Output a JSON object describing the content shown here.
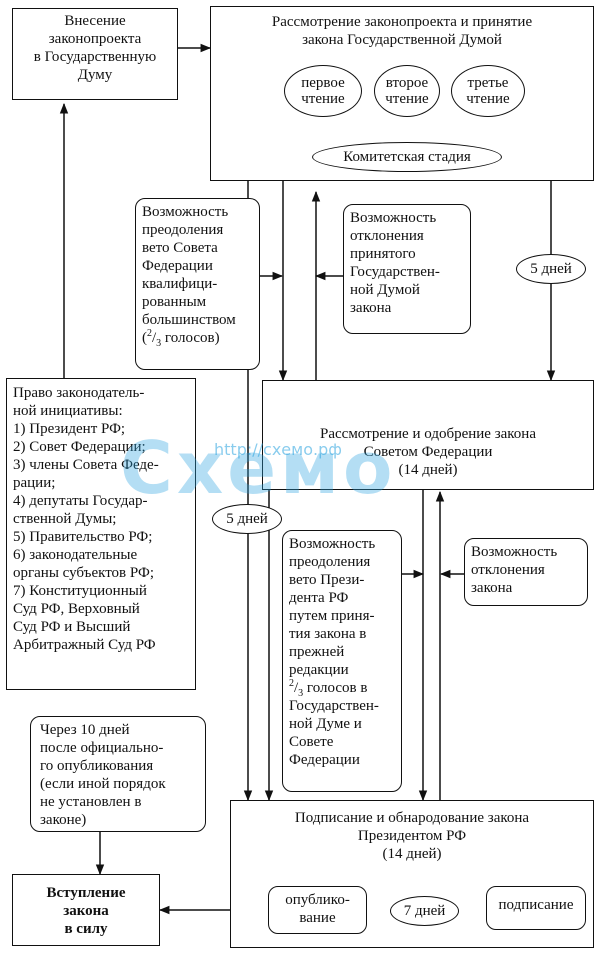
{
  "nodes": {
    "submission": "Внесение\nзаконопроекта\nв Государственную\nДуму",
    "duma_review": "Рассмотрение законопроекта и принятие\nзакона Государственной Думой",
    "reading_1": "первое\nчтение",
    "reading_2": "второе\nчтение",
    "reading_3": "третье\nчтение",
    "committee_stage": "Комитетская стадия",
    "fed_veto_override": "Возможность\nпреодоления\nвето Совета\nФедерации\nквалифици-\nрованным\nбольшинством",
    "fed_veto_fraction_num": "2",
    "fed_veto_fraction_den": "3",
    "fed_veto_suffix": " голосов)",
    "duma_law_rejection": "Возможность\nотклонения\nпринятого\nГосударствен-\nной Думой\nзакона",
    "five_days_a": "5 дней",
    "fed_council_review": "Рассмотрение и одобрение закона\nСоветом Федерации\n(14 дней)",
    "initiative_rights": "Право законодатель-\nной инициативы:\n1) Президент РФ;\n2) Совет Федерации;\n3) члены Совета Феде-\nрации;\n4) депутаты Государ-\nственной Думы;\n5) Правительство РФ;\n6) законодательные\nорганы субъектов РФ;\n7) Конституционный\nСуд РФ, Верховный\nСуд РФ и Высший\nАрбитражный Суд РФ",
    "five_days_b": "5 дней",
    "pres_veto_override_top": "Возможность\nпреодоления\nвето Прези-\nдента РФ\nпутем приня-\nтия закона в\nпрежней\nредакции",
    "pres_veto_fraction_num": "2",
    "pres_veto_fraction_den": "3",
    "pres_veto_override_bottom": " голосов в\nГосударствен-\nной Думе и\nСовете\nФедерации",
    "law_rejection": "Возможность\nотклонения\nзакона",
    "entry_in_force_note": "Через 10 дней\nпосле официально-\nго опубликования\n(если иной порядок\nне установлен в\nзаконе)",
    "president_signing": "Подписание и обнародование закона\nПрезидентом РФ\n(14 дней)",
    "entry_into_force": "Вступление\nзакона\nв силу",
    "publication": "опублико-\nвание",
    "seven_days": "7 дней",
    "signing": "подписание"
  },
  "watermark": {
    "url": "http://схемо.рф",
    "logo": "Схемо"
  },
  "colors": {
    "line": "#111111",
    "watermark": "#2aa3e0"
  }
}
